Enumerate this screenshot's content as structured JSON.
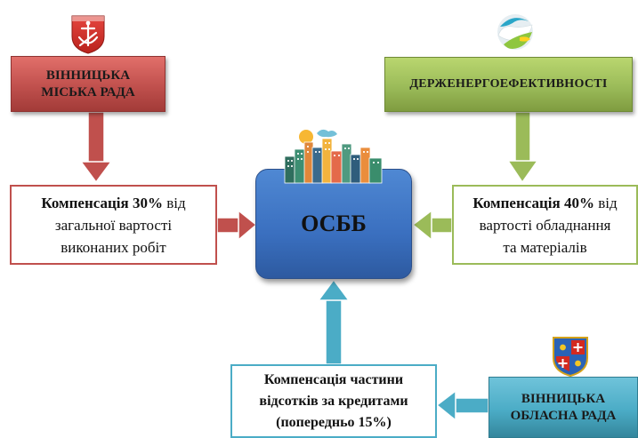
{
  "sources": {
    "city": {
      "line1": "ВІННИЦЬКА",
      "line2": "МІСЬКА РАДА"
    },
    "agency": {
      "label": "ДЕРЖЕНЕРГОЕФЕКТИВНОСТІ"
    },
    "region": {
      "line1": "ВІННИЦЬКА",
      "line2": "ОБЛАСНА РАДА"
    }
  },
  "compensations": {
    "city": {
      "prefix": "Компенсація 30%",
      "suffix": " від",
      "line2": "загальної вартості",
      "line3": "виконаних робіт"
    },
    "agency": {
      "prefix": "Компенсація 40%",
      "suffix": " від",
      "line2": "вартості обладнання",
      "line3": "та матеріалів"
    },
    "region": {
      "line1": "Компенсація частини",
      "line2": "відсотків за кредитами",
      "line3": "(попередньо 15%)"
    }
  },
  "center": {
    "label": "ОСББ"
  },
  "colors": {
    "city": "#c0504d",
    "agency": "#9bbb59",
    "region": "#4bacc6",
    "center": "#3a6fbf"
  },
  "icons": {
    "city_emblem": "vinnytsia-city-coat-of-arms-icon",
    "agency_logo": "energy-efficiency-agency-logo-icon",
    "region_emblem": "vinnytsia-oblast-coat-of-arms-icon",
    "center_pic": "city-buildings-icon"
  }
}
